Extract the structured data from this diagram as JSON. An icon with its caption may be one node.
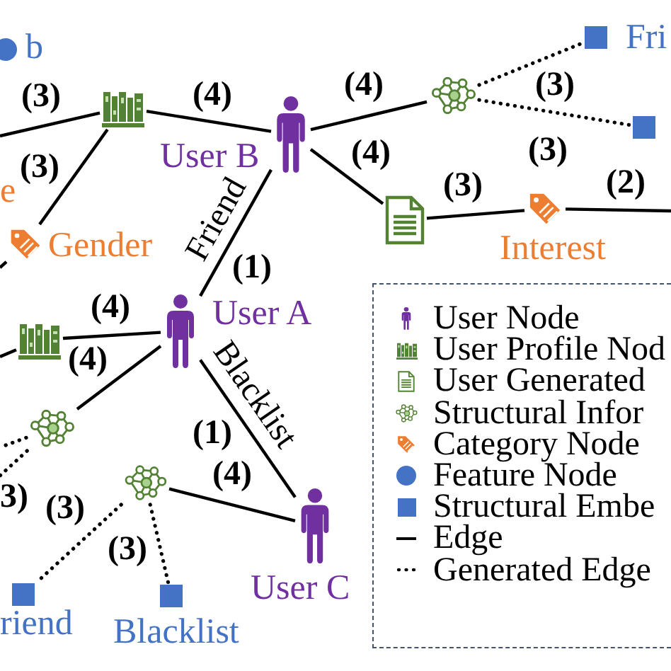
{
  "diagram": {
    "nodes": [
      {
        "text": [],
        "shape": "circle",
        "beside": [
          "b"
        ]
      },
      {
        "text": [],
        "shape": "box",
        "beside": [
          "Fri"
        ]
      },
      {
        "text": [],
        "shape": "picture"
      },
      {
        "text": [],
        "shape": "picture"
      },
      {
        "text": [],
        "shape": "box"
      },
      {
        "text": [],
        "shape": "person",
        "beside": [
          "User B"
        ]
      },
      {
        "text": [],
        "shape": "picture",
        "beside": [
          "Gender"
        ]
      },
      {
        "text": [],
        "shape": "picture"
      },
      {
        "text": [],
        "shape": "picture",
        "beside": [
          "Interest"
        ]
      },
      {
        "text": [],
        "shape": "person",
        "beside": [
          "User A"
        ]
      },
      {
        "text": [],
        "shape": "picture"
      },
      {
        "text": [],
        "shape": "picture"
      },
      {
        "text": [],
        "shape": "picture"
      },
      {
        "text": [],
        "shape": "person",
        "beside": [
          "User C"
        ]
      },
      {
        "text": [],
        "shape": "box",
        "beside": [
          "riend"
        ]
      },
      {
        "text": [],
        "shape": "box",
        "beside": [
          "Blacklist"
        ]
      }
    ],
    "edges": [
      {
        "from": null,
        "to": 2,
        "arrow": "none",
        "label": "(3)"
      },
      {
        "from": 2,
        "to": 5,
        "arrow": "none",
        "label": "(4)"
      },
      {
        "from": 2,
        "to": 6,
        "arrow": "none",
        "label": "(3)"
      },
      {
        "from": 5,
        "to": 3,
        "arrow": "none",
        "label": "(4)"
      },
      {
        "from": 3,
        "to": 1,
        "arrow": "none",
        "label": "(3)",
        "style": "dashed"
      },
      {
        "from": 3,
        "to": 4,
        "arrow": "none",
        "label": "(3)",
        "style": "dashed"
      },
      {
        "from": 5,
        "to": 7,
        "arrow": "none",
        "label": "(4)"
      },
      {
        "from": 7,
        "to": 8,
        "arrow": "none",
        "label": "(3)"
      },
      {
        "from": 8,
        "to": null,
        "arrow": "none",
        "label": "(2)"
      },
      {
        "from": null,
        "to": 6,
        "arrow": "none"
      },
      {
        "from": 5,
        "to": 9,
        "arrow": "none",
        "label": "Friend"
      },
      {
        "from": 10,
        "to": 9,
        "arrow": "none",
        "label": "(4)"
      },
      {
        "from": null,
        "to": 10,
        "arrow": "none"
      },
      {
        "from": 9,
        "to": 11,
        "arrow": "none",
        "label": "(4)"
      },
      {
        "from": 11,
        "to": null,
        "arrow": "none",
        "style": "dashed"
      },
      {
        "from": 11,
        "to": null,
        "arrow": "none",
        "label": "3)",
        "style": "dashed"
      },
      {
        "from": 9,
        "to": 13,
        "arrow": "none",
        "label": "Blacklist"
      },
      {
        "from": 12,
        "to": 13,
        "arrow": "none",
        "label": "(4)"
      },
      {
        "from": 12,
        "to": 14,
        "arrow": "none",
        "label": "(3)",
        "style": "dashed"
      },
      {
        "from": 12,
        "to": 15,
        "arrow": "none",
        "label": "(3)",
        "style": "dashed"
      }
    ],
    "labels": [
      "e",
      "(1)",
      "(1)"
    ],
    "legend": [
      {
        "text": "User Node"
      },
      {
        "text": "User Profile Nod"
      },
      {
        "text": "User Generated"
      },
      {
        "text": "Structural Infor"
      },
      {
        "text": "Category Node"
      },
      {
        "text": "Feature Node",
        "color": "#4472c4"
      },
      {
        "text": "Structural Embe",
        "color": "#4472c4"
      },
      {
        "text": "Edge"
      },
      {
        "text": "Generated Edge"
      }
    ]
  }
}
